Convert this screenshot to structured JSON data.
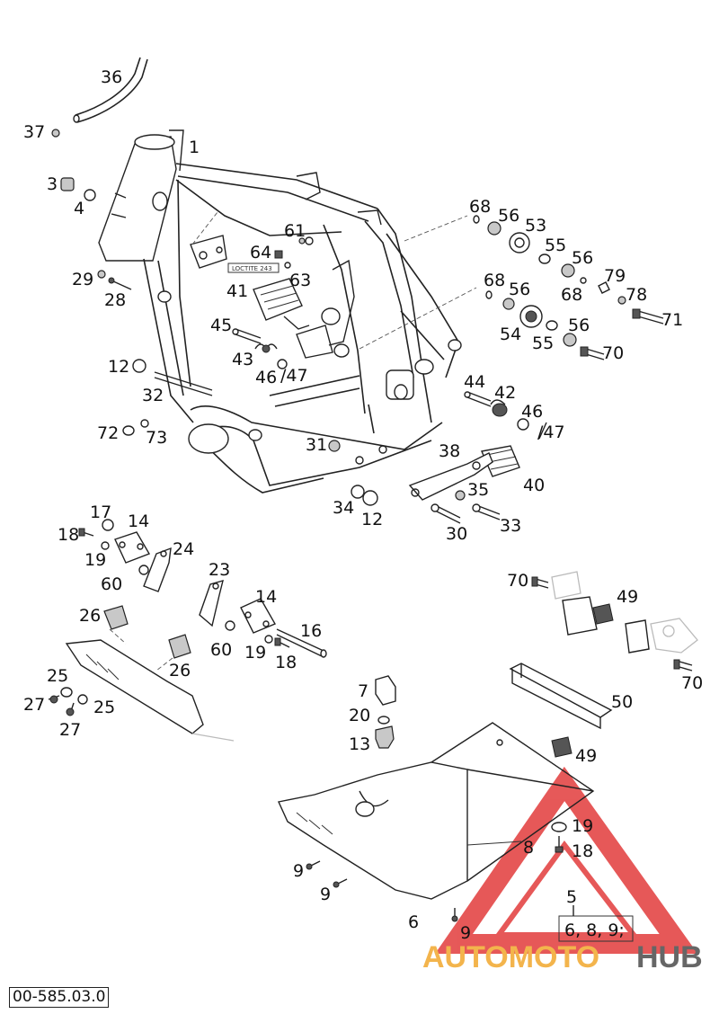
{
  "drawing_id": "00-585.03.0",
  "loctite_note": "LOCTITE 243",
  "kit_note": "6, 8, 9;",
  "watermark": {
    "part1": "AUTOMOTO",
    "part2": "HUB"
  },
  "colors": {
    "watermark_red": "#e23c3c",
    "watermark_orange": "#f3b44c",
    "watermark_gray": "#666666",
    "line": "#222222"
  },
  "callouts": {
    "c1": "1",
    "c3": "3",
    "c4": "4",
    "c5": "5",
    "c6": "6",
    "c7": "7",
    "c8": "8",
    "c9a": "9",
    "c9b": "9",
    "c9c": "9",
    "c12a": "12",
    "c12b": "12",
    "c13": "13",
    "c14a": "14",
    "c14b": "14",
    "c16": "16",
    "c17": "17",
    "c18a": "18",
    "c18b": "18",
    "c18c": "18",
    "c19a": "19",
    "c19b": "19",
    "c19c": "19",
    "c20": "20",
    "c23": "23",
    "c24": "24",
    "c25a": "25",
    "c25b": "25",
    "c26a": "26",
    "c26b": "26",
    "c27a": "27",
    "c27b": "27",
    "c28": "28",
    "c29": "29",
    "c30": "30",
    "c31": "31",
    "c32": "32",
    "c33": "33",
    "c34": "34",
    "c35": "35",
    "c36": "36",
    "c37": "37",
    "c38": "38",
    "c40": "40",
    "c41": "41",
    "c42": "42",
    "c43": "43",
    "c44": "44",
    "c45": "45",
    "c46a": "46",
    "c46b": "46",
    "c47a": "/47",
    "c47b": "/47",
    "c49a": "49",
    "c49b": "49",
    "c50": "50",
    "c53": "53",
    "c54": "54",
    "c55a": "55",
    "c55b": "55",
    "c56a": "56",
    "c56b": "56",
    "c56c": "56",
    "c56d": "56",
    "c60a": "60",
    "c60b": "60",
    "c61": "61",
    "c63": "63",
    "c64": "64",
    "c68a": "68",
    "c68b": "68",
    "c68c": "68",
    "c70a": "70",
    "c70b": "70",
    "c70c": "70",
    "c71": "71",
    "c72": "72",
    "c73": "73",
    "c78": "78",
    "c79": "79"
  }
}
